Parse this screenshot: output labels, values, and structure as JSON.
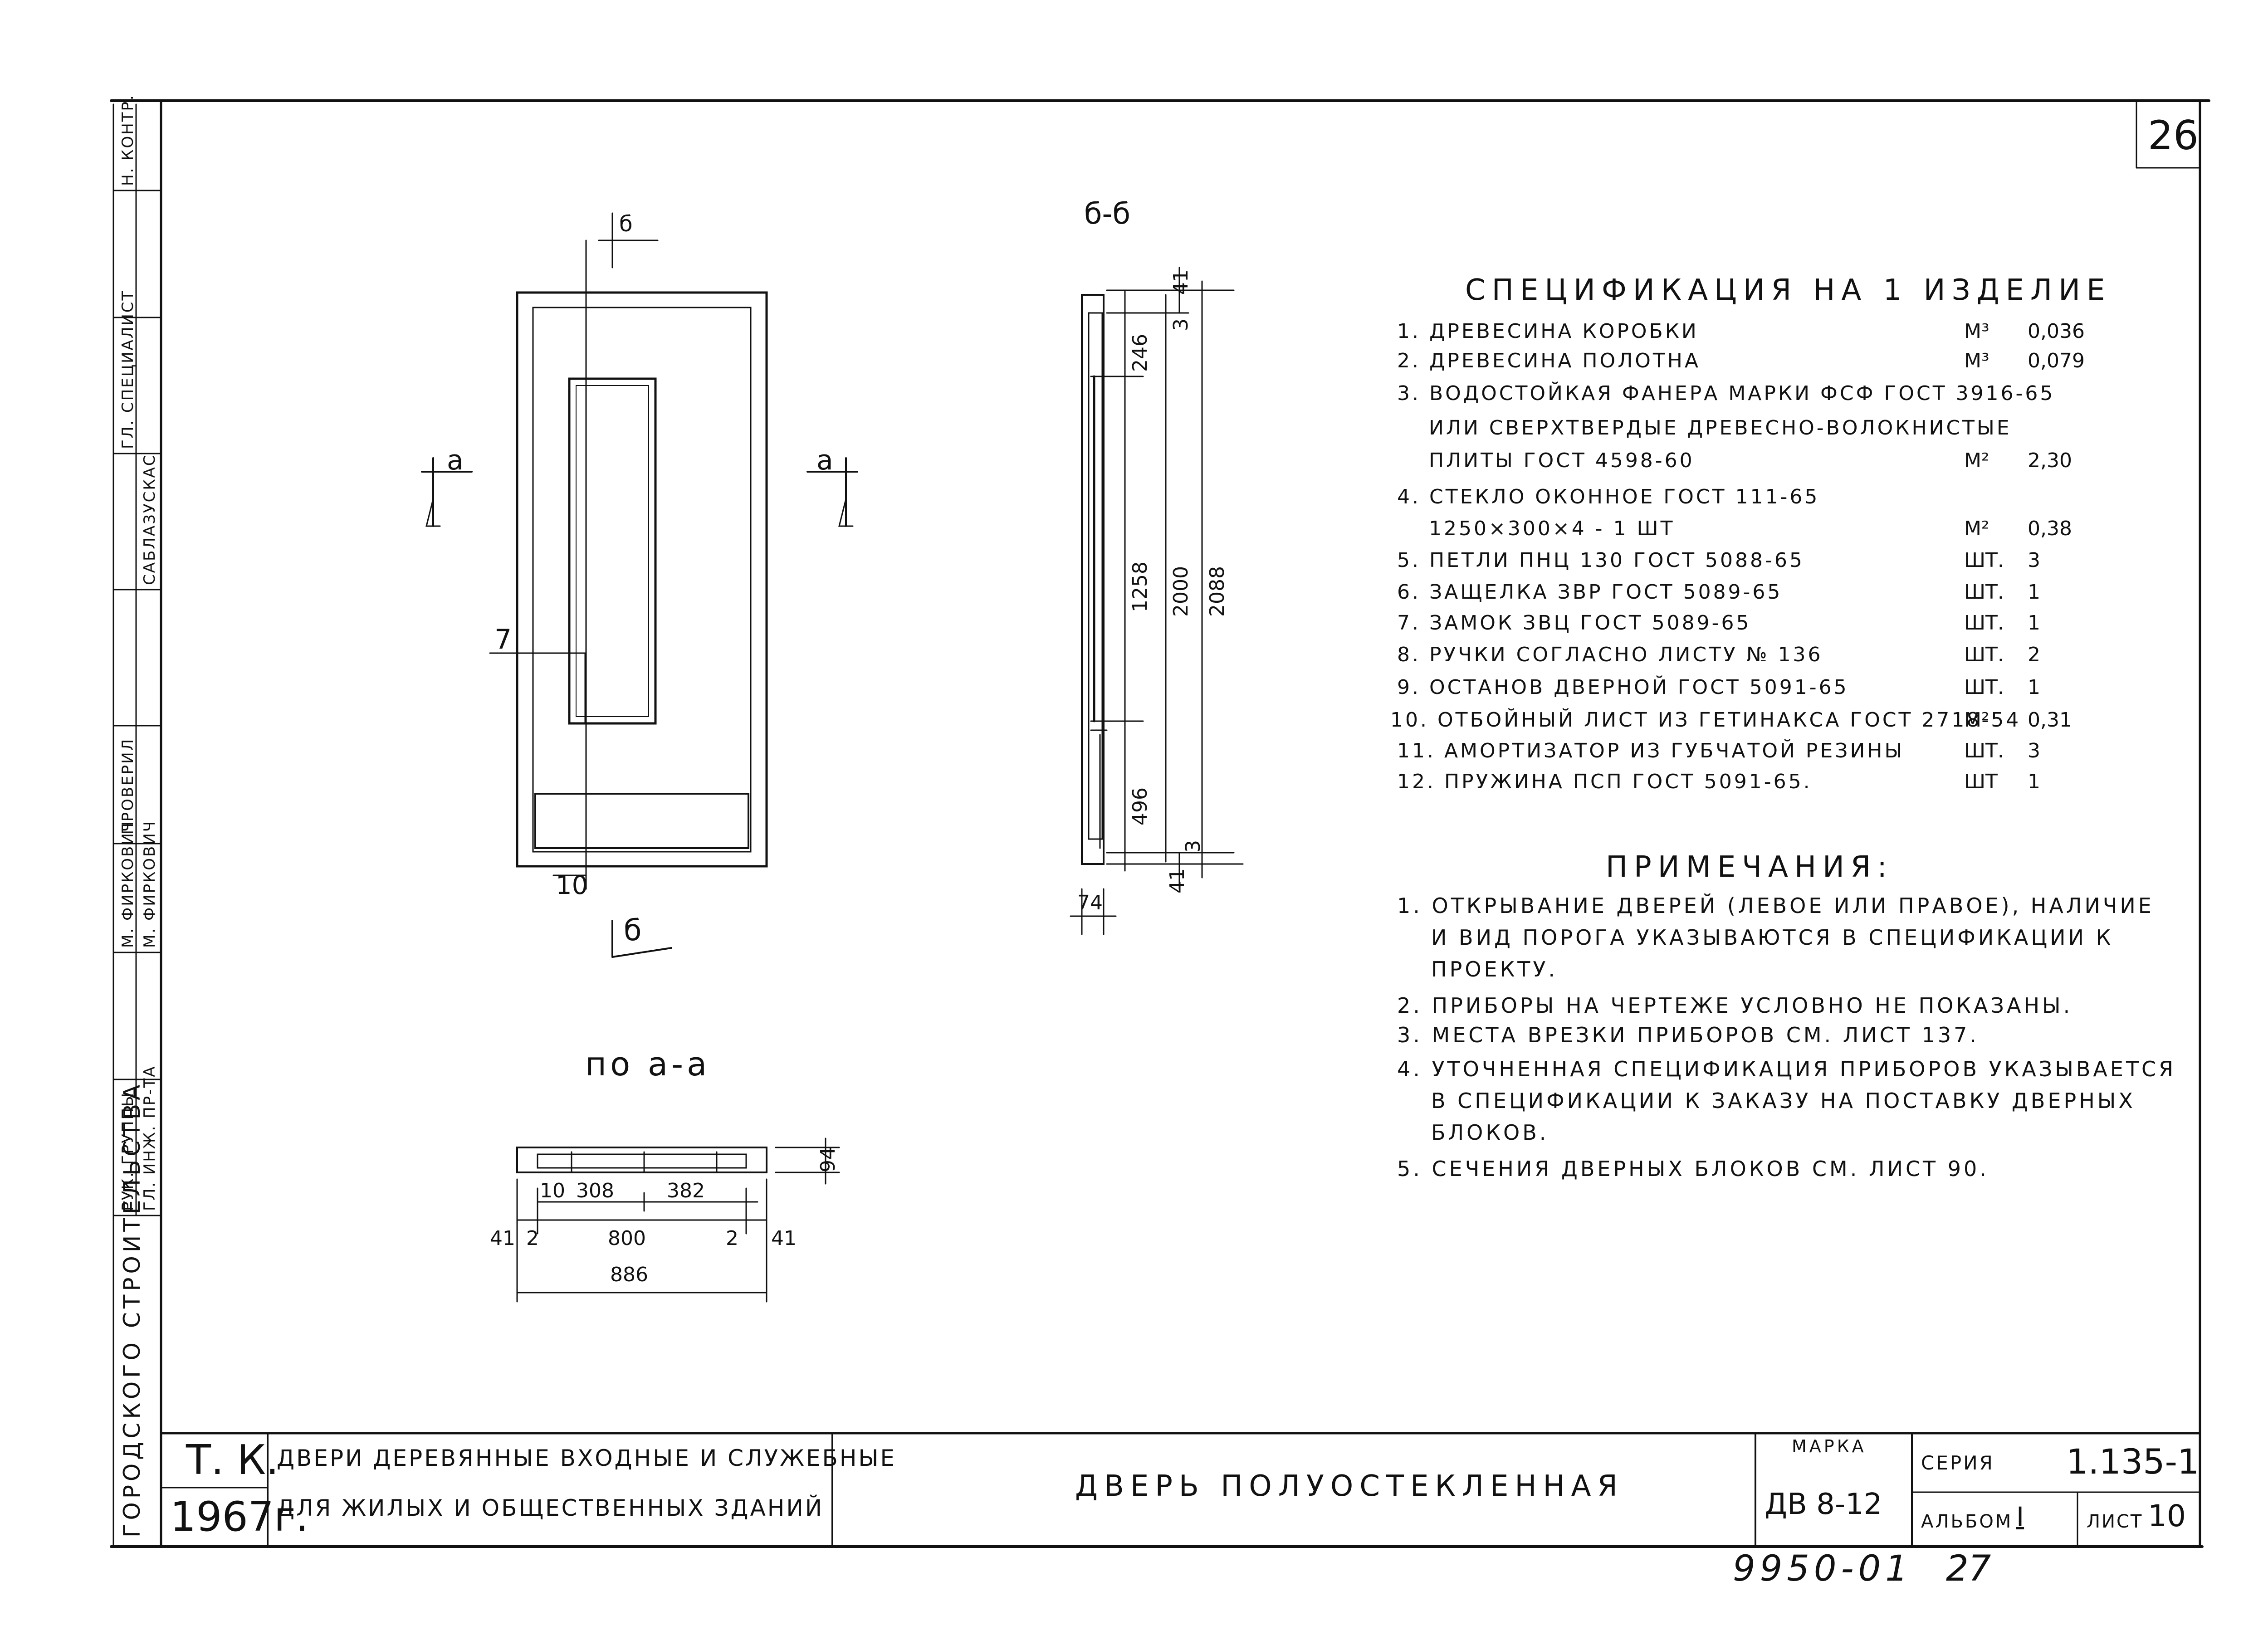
{
  "sheet": {
    "page_number": "26",
    "stamp_number": "9950-01",
    "stamp_page": "27"
  },
  "views": {
    "front_section_mark": "б",
    "side_view_label": "б-б",
    "section_a_left": "а",
    "section_a_right": "а",
    "section_b_bottom": "б",
    "callout_7": "7",
    "callout_10": "10",
    "plan_view_label": "по а-а"
  },
  "side_dims": {
    "d246": "246",
    "d3_top": "3",
    "d41_top": "41",
    "d1258": "1258",
    "d2000": "2000",
    "d2088": "2088",
    "d496": "496",
    "d3_bottom": "3",
    "d41_bottom": "41",
    "d74": "74"
  },
  "plan_dims": {
    "d10": "10",
    "d308": "308",
    "d382": "382",
    "d94": "94",
    "d41_left": "41",
    "d2_left": "2",
    "d800": "800",
    "d2_right": "2",
    "d41_right": "41",
    "d886": "886"
  },
  "specification": {
    "title": "СПЕЦИФИКАЦИЯ НА 1 ИЗДЕЛИЕ",
    "rows": [
      {
        "text": "1. ДРЕВЕСИНА КОРОБКИ",
        "unit": "М³",
        "qty": "0,036"
      },
      {
        "text": "2. ДРЕВЕСИНА ПОЛОТНА",
        "unit": "М³",
        "qty": "0,079"
      },
      {
        "text": "3. ВОДОСТОЙКАЯ ФАНЕРА МАРКИ ФСФ ГОСТ 3916-65",
        "unit": "",
        "qty": ""
      },
      {
        "text": "ИЛИ СВЕРХТВЕРДЫЕ ДРЕВЕСНО-ВОЛОКНИСТЫЕ",
        "unit": "",
        "qty": ""
      },
      {
        "text": "ПЛИТЫ ГОСТ 4598-60",
        "unit": "М²",
        "qty": "2,30"
      },
      {
        "text": "4. СТЕКЛО ОКОННОЕ ГОСТ 111-65",
        "unit": "",
        "qty": ""
      },
      {
        "text": "1250×300×4 - 1 ШТ",
        "unit": "М²",
        "qty": "0,38"
      },
      {
        "text": "5. ПЕТЛИ ПНЦ 130 ГОСТ 5088-65",
        "unit": "ШТ.",
        "qty": "3"
      },
      {
        "text": "6. ЗАЩЕЛКА ЗВР ГОСТ 5089-65",
        "unit": "ШТ.",
        "qty": "1"
      },
      {
        "text": "7. ЗАМОК ЗВЦ ГОСТ 5089-65",
        "unit": "ШТ.",
        "qty": "1"
      },
      {
        "text": "8. РУЧКИ СОГЛАСНО ЛИСТУ № 136",
        "unit": "ШТ.",
        "qty": "2"
      },
      {
        "text": "9. ОСТАНОВ ДВЕРНОЙ ГОСТ 5091-65",
        "unit": "ШТ.",
        "qty": "1"
      },
      {
        "text": "10. ОТБОЙНЫЙ ЛИСТ ИЗ ГЕТИНАКСА ГОСТ 2718-54",
        "unit": "М²",
        "qty": "0,31"
      },
      {
        "text": "11. АМОРТИЗАТОР ИЗ ГУБЧАТОЙ РЕЗИНЫ",
        "unit": "ШТ.",
        "qty": "3"
      },
      {
        "text": "12. ПРУЖИНА ПСП ГОСТ 5091-65.",
        "unit": "ШТ",
        "qty": "1"
      }
    ]
  },
  "notes": {
    "title": "ПРИМЕЧАНИЯ:",
    "lines": [
      "1. ОТКРЫВАНИЕ ДВЕРЕЙ (ЛЕВОЕ ИЛИ ПРАВОЕ), НАЛИЧИЕ",
      "И ВИД ПОРОГА УКАЗЫВАЮТСЯ В СПЕЦИФИКАЦИИ К",
      "ПРОЕКТУ.",
      "2. ПРИБОРЫ НА ЧЕРТЕЖЕ УСЛОВНО НЕ ПОКАЗАНЫ.",
      "3. МЕСТА ВРЕЗКИ ПРИБОРОВ СМ. ЛИСТ 137.",
      "4. УТОЧНЕННАЯ СПЕЦИФИКАЦИЯ ПРИБОРОВ УКАЗЫВАЕТСЯ",
      "В СПЕЦИФИКАЦИИ К ЗАКАЗУ НА ПОСТАВКУ ДВЕРНЫХ",
      "БЛОКОВ.",
      "5. СЕЧЕНИЯ ДВЕРНЫХ БЛОКОВ СМ. ЛИСТ 90."
    ]
  },
  "title_block": {
    "org": "Т. К.",
    "year": "1967г.",
    "project_line1": "ДВЕРИ ДЕРЕВЯННЫЕ ВХОДНЫЕ И СЛУЖЕБНЫЕ",
    "project_line2": "ДЛЯ ЖИЛЫХ И ОБЩЕСТВЕННЫХ ЗДАНИЙ",
    "sheet_title": "ДВЕРЬ ПОЛУОСТЕКЛЕННАЯ",
    "mark_label": "МАРКА",
    "mark_value": "ДВ 8-12",
    "series_label": "СЕРИЯ",
    "series_value": "1.135-1",
    "album_label": "АЛЬБОМ",
    "album_value": "I",
    "sheet_label": "ЛИСТ",
    "sheet_value": "10"
  },
  "side_stamp": {
    "org_vertical": "ГОРОДСКОГО СТРОИТЕЛЬСТВА",
    "roles": [
      {
        "role": "ГЛ. ИНЖ. ПР-ТА",
        "name": ""
      },
      {
        "role": "РУК. ГРУППЫ",
        "name": ""
      },
      {
        "role": "М. ФИРКОВИЧ",
        "name": ""
      },
      {
        "role": "М. ФИРКОВИЧ",
        "name": ""
      },
      {
        "role": "ПРОВЕРИЛ",
        "name": ""
      },
      {
        "role": "САБЛАЗУСКАС",
        "name": ""
      },
      {
        "role": "ГЛ. СПЕЦИАЛИСТ",
        "name": ""
      },
      {
        "role": "Н. КОНТР.",
        "name": ""
      }
    ]
  }
}
